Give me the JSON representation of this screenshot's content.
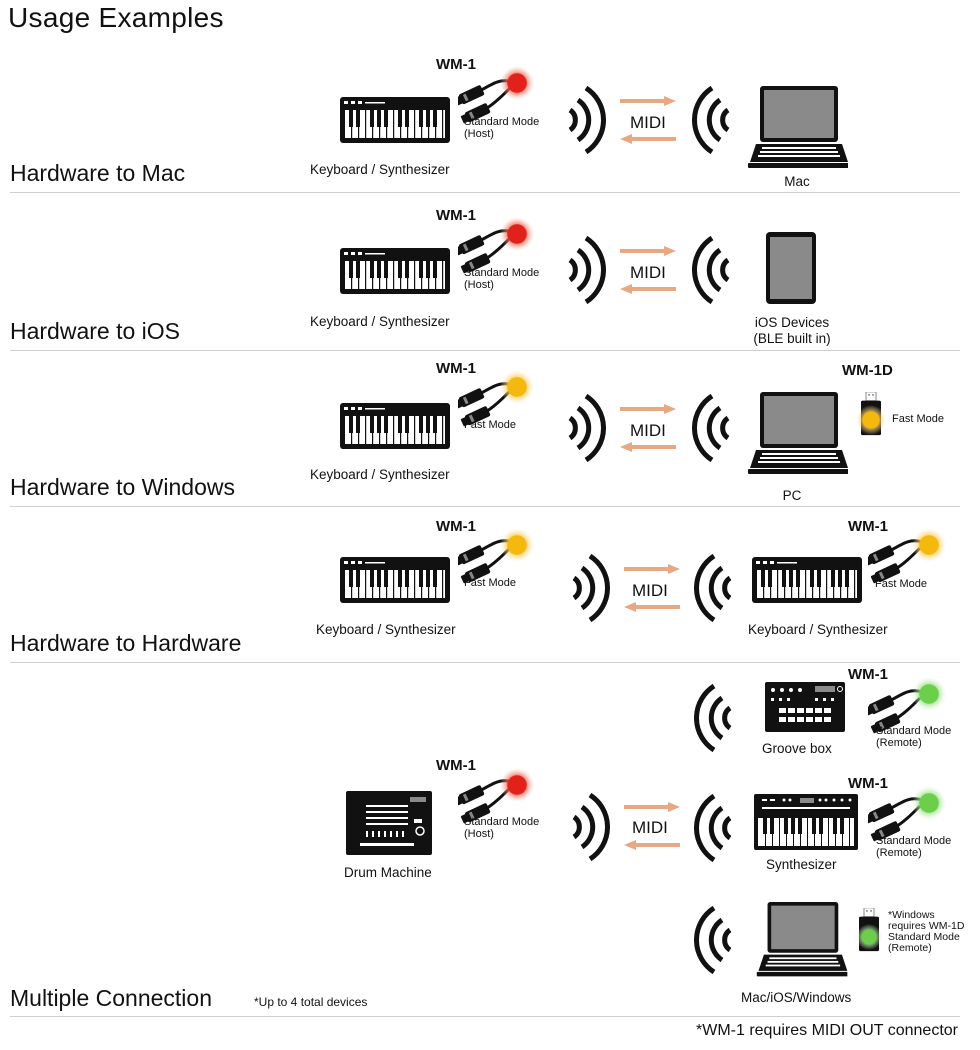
{
  "page_title": "Usage Examples",
  "footnote": "*WM-1 requires MIDI OUT connector",
  "colors": {
    "red": "#e3211b",
    "yellow": "#f5b80f",
    "green": "#6ccf4a",
    "arrow": "#e8a882",
    "divider": "#cfcfcf"
  },
  "sections": [
    {
      "title": "Hardware to Mac",
      "left_device": "Keyboard / Synthesizer",
      "left_tag": "WM-1",
      "left_mode": [
        "Standard Mode",
        "(Host)"
      ],
      "midi": "MIDI",
      "right_device": "Mac"
    },
    {
      "title": "Hardware to iOS",
      "left_device": "Keyboard / Synthesizer",
      "left_tag": "WM-1",
      "left_mode": [
        "Standard Mode",
        "(Host)"
      ],
      "midi": "MIDI",
      "right_device": [
        "iOS Devices",
        "(BLE built in)"
      ]
    },
    {
      "title": "Hardware to Windows",
      "left_device": "Keyboard / Synthesizer",
      "left_tag": "WM-1",
      "left_mode": [
        "Fast Mode"
      ],
      "midi": "MIDI",
      "right_device": "PC",
      "right_tag": "WM-1D",
      "right_mode": [
        "Fast Mode"
      ]
    },
    {
      "title": "Hardware to Hardware",
      "left_device": "Keyboard / Synthesizer",
      "left_tag": "WM-1",
      "left_mode": [
        "Fast Mode"
      ],
      "midi": "MIDI",
      "right_device": "Keyboard / Synthesizer",
      "right_tag": "WM-1",
      "right_mode": [
        "Fast Mode"
      ]
    },
    {
      "title": "Multiple Connection",
      "note": "*Up to 4 total devices",
      "left_device": "Drum  Machine",
      "left_tag": "WM-1",
      "left_mode": [
        "Standard Mode",
        "(Host)"
      ],
      "midi": "MIDI",
      "targets": [
        {
          "device": "Groove box",
          "tag": "WM-1",
          "mode": [
            "Standard Mode",
            "(Remote)"
          ]
        },
        {
          "device": "Synthesizer",
          "tag": "WM-1",
          "mode": [
            "Standard Mode",
            "(Remote)"
          ]
        },
        {
          "device": "Mac/iOS/Windows",
          "mode": [
            "*Windows",
            "requires WM-1D",
            "Standard Mode",
            "(Remote)"
          ]
        }
      ]
    }
  ]
}
